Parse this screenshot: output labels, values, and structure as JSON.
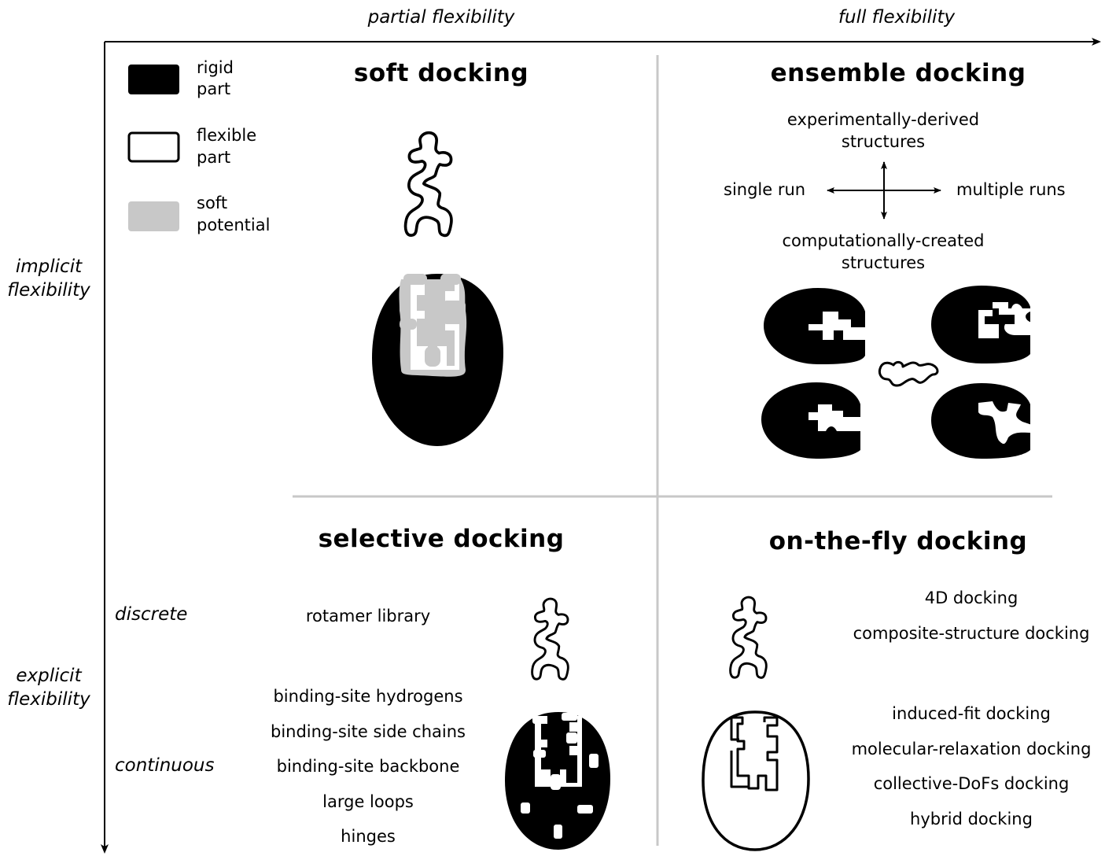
{
  "axes": {
    "x_partial": "partial flexibility",
    "x_full": "full flexibility",
    "y_implicit_line1": "implicit",
    "y_implicit_line2": "flexibility",
    "y_explicit_line1": "explicit",
    "y_explicit_line2": "flexibility"
  },
  "legend": [
    {
      "line1": "rigid",
      "line2": "part",
      "swatch": "#000000"
    },
    {
      "line1": "flexible",
      "line2": "part",
      "swatch": "#ffffff"
    },
    {
      "line1": "soft",
      "line2": "potential",
      "swatch": "#c8c8c8"
    }
  ],
  "quadrants": {
    "soft": {
      "title": "soft docking"
    },
    "ensemble": {
      "title": "ensemble docking",
      "top_line1": "experimentally-derived",
      "top_line2": "structures",
      "left": "single run",
      "right": "multiple runs",
      "bottom_line1": "computationally-created",
      "bottom_line2": "structures"
    },
    "selective": {
      "title": "selective docking",
      "discrete_label": "discrete",
      "continuous_label": "continuous",
      "discrete_items": [
        "rotamer library"
      ],
      "continuous_items": [
        "binding-site hydrogens",
        "binding-site side chains",
        "binding-site backbone",
        "large loops",
        "hinges"
      ]
    },
    "onthefly": {
      "title": "on-the-fly docking",
      "discrete_items": [
        "4D docking",
        "composite-structure docking"
      ],
      "continuous_items": [
        "induced-fit docking",
        "molecular-relaxation docking",
        "collective-DoFs docking",
        "hybrid docking"
      ]
    }
  },
  "colors": {
    "rigid": "#000000",
    "soft": "#c8c8c8",
    "divider": "#c8c8c8"
  }
}
